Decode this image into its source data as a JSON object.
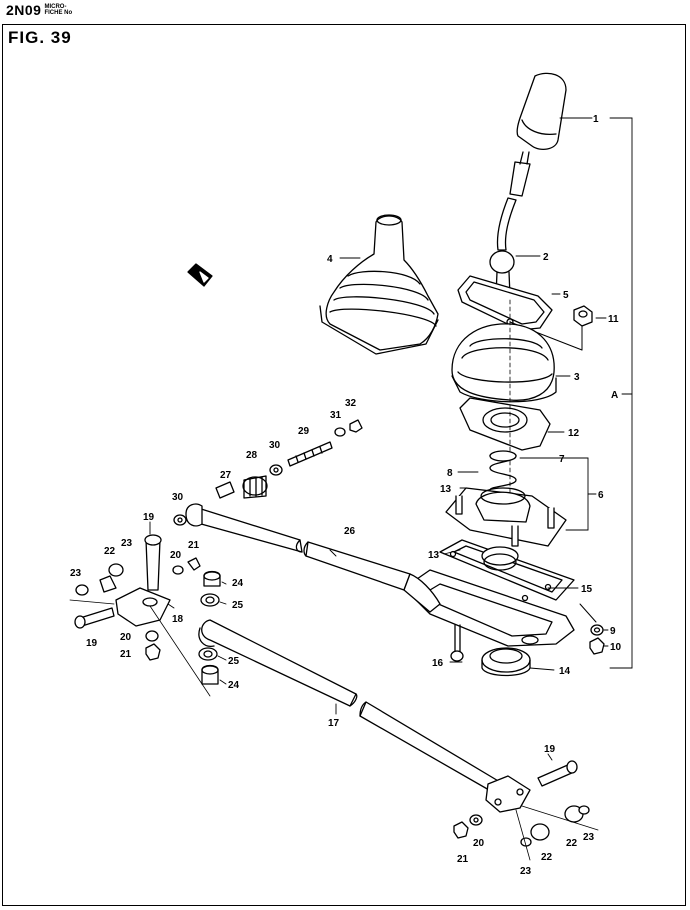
{
  "header": {
    "code": "2N09",
    "micro_line1": "MICRO-",
    "micro_line2": "FICHE No"
  },
  "figure": {
    "label": "FIG.  39"
  },
  "callouts": {
    "c1": "1",
    "c2": "2",
    "c3": "3",
    "c4": "4",
    "c5": "5",
    "c6": "6",
    "c7": "7",
    "c8": "8",
    "c9": "9",
    "c10": "10",
    "c11": "11",
    "c12": "12",
    "c13a": "13",
    "c13b": "13",
    "c14": "14",
    "c15": "15",
    "c16": "16",
    "c17": "17",
    "c18": "18",
    "c19a": "19",
    "c19b": "19",
    "c19c": "19",
    "c20a": "20",
    "c20b": "20",
    "c20c": "20",
    "c21a": "21",
    "c21b": "21",
    "c21c": "21",
    "c22a": "22",
    "c22b": "22",
    "c22c": "22",
    "c23a": "23",
    "c23b": "23",
    "c23c": "23",
    "c23d": "23",
    "c24a": "24",
    "c24b": "24",
    "c25a": "25",
    "c25b": "25",
    "c26": "26",
    "c27": "27",
    "c28": "28",
    "c29": "29",
    "c30a": "30",
    "c30b": "30",
    "c31": "31",
    "c32": "32",
    "cA": "A"
  }
}
